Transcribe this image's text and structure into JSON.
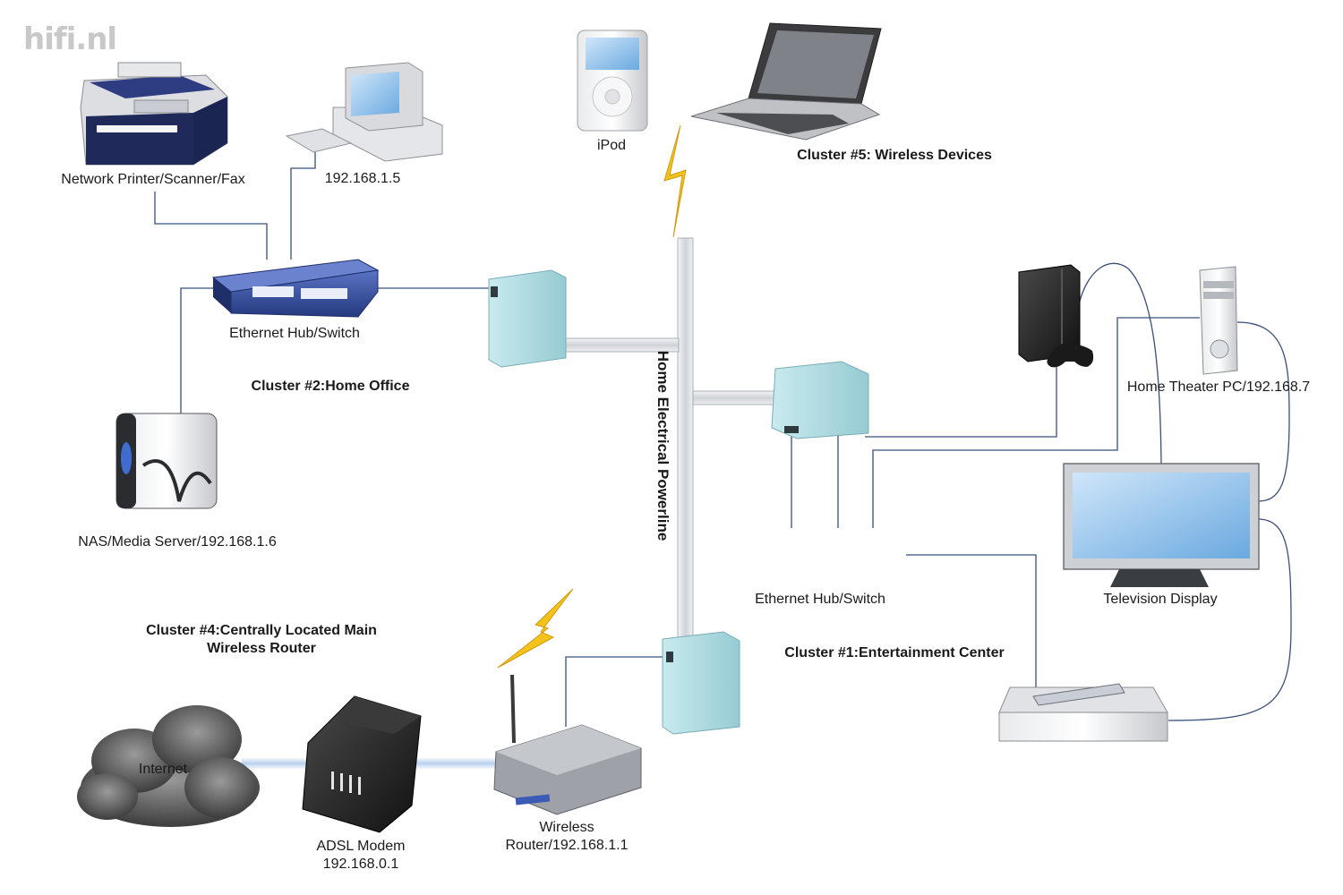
{
  "watermark": "hifi.nl",
  "powerline_label": "Home Electrical Powerline",
  "clusters": {
    "c5": "Cluster #5: Wireless Devices",
    "c2": "Cluster #2:Home Office",
    "c4_line1": "Cluster #4:Centrally Located Main",
    "c4_line2": "Wireless Router",
    "c1": "Cluster #1:Entertainment Center"
  },
  "devices": {
    "printer": "Network Printer/Scanner/Fax",
    "desktop": "192.168.1.5",
    "ipod": "iPod",
    "hub_office": "Ethernet Hub/Switch",
    "nas": "NAS/Media Server/192.168.1.6",
    "htpc": "Home Theater PC/192.168.7",
    "hub_ent": "Ethernet Hub/Switch",
    "tv": "Television Display",
    "internet": "Internet",
    "modem_line1": "ADSL Modem",
    "modem_line2": "192.168.0.1",
    "router_line1": "Wireless",
    "router_line2": "Router/192.168.1.1"
  },
  "colors": {
    "wire": "#3a4f7a",
    "powerline": "#d5d8dc",
    "hub": "#2f4a9e",
    "adapter": "#a9d6dc",
    "lightning": "#f3c21b",
    "tv_screen": "#8fc3ea"
  },
  "icons": [
    "printer-icon",
    "desktop-icon",
    "ipod-icon",
    "laptop-icon",
    "hub-icon",
    "powerline-adapter-icon",
    "nas-icon",
    "console-icon",
    "htpc-tower-icon",
    "tv-icon",
    "settop-box-icon",
    "cloud-icon",
    "modem-icon",
    "router-icon",
    "lightning-icon"
  ]
}
